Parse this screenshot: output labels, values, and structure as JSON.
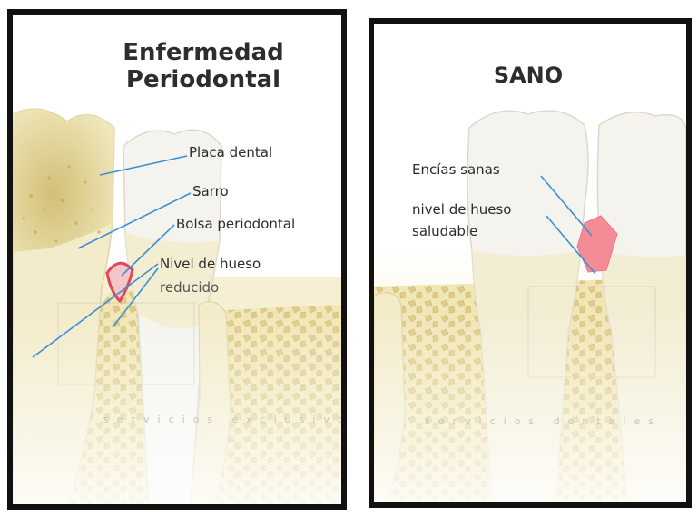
{
  "left_panel": {
    "title_line1": "Enfermedad",
    "title_line2": "Periodontal",
    "labels": {
      "plaque": "Placa dental",
      "tartar": "Sarro",
      "pocket": "Bolsa periodontal",
      "bone_line1": "Nivel de hueso",
      "bone_line2": "reducido"
    },
    "watermark": "servicios exclusivos"
  },
  "right_panel": {
    "title": "SANO",
    "labels": {
      "gums": "Encías sanas",
      "bone_line1": "nivel de hueso",
      "bone_line2": "saludable"
    },
    "watermark": "servicios dentales"
  },
  "colors": {
    "enamel": "#f4f3ee",
    "bone": "#f1e6b6",
    "bone_cells": "#d9c886",
    "root": "#f3ebc9",
    "plaque": "#d8c77a",
    "gum_healthy": "#f48c98",
    "gum_inflamed": "#e0475a",
    "pointer_line": "#3d8fd8",
    "border": "#111111"
  }
}
